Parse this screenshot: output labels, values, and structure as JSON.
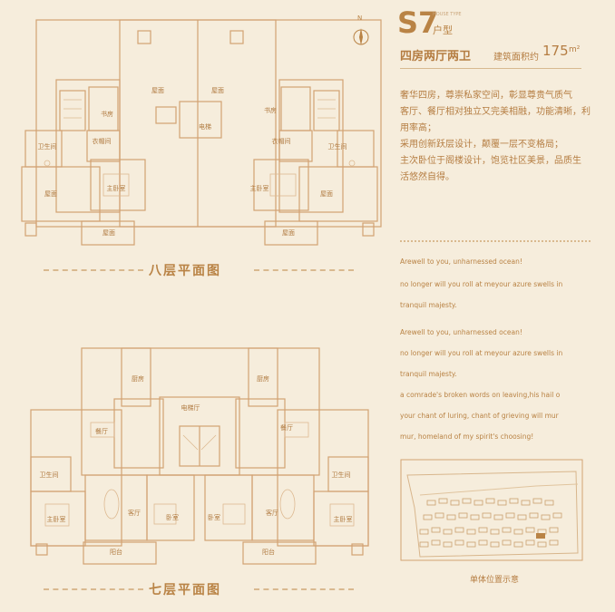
{
  "compass": {
    "north_label": "N"
  },
  "header": {
    "unit_code": "S7",
    "unit_type": "户型",
    "unit_type_en": "HOUSE TYPE",
    "layout_name": "四房两厅两卫",
    "area_label": "建筑面积约",
    "area_value": "175",
    "area_unit": "m²"
  },
  "description": [
    "奢华四房，尊崇私家空间，彰显尊贵气质气",
    "客厅、餐厅相对独立又完美相融，功能清晰，利",
    "用率高；",
    "采用创新跃层设计，颠覆一层不变格局；",
    "主次卧位于阁楼设计，饱览社区美景，品质生",
    "活悠然自得。"
  ],
  "poem": [
    "Arewell to you, unharnessed ocean!",
    "no longer will you roll at meyour azure swells in",
    "tranquil majesty.",
    "Arewell to you, unharnessed ocean!",
    "no longer will you roll at meyour azure swells in",
    "tranquil majesty.",
    "a comrade's broken words on leaving,his hail o",
    "your chant of luring, chant of grieving will mur",
    "mur, homeland of my spirit's choosing!"
  ],
  "floor8": {
    "title": "八层平面图",
    "rooms": {
      "roof_a": "屋面",
      "roof_b": "屋面",
      "elevator": "电梯",
      "study_l": "书房",
      "study_r": "书房",
      "closet_l": "衣帽间",
      "closet_r": "衣帽间",
      "bath_l": "卫生间",
      "bath_r": "卫生间",
      "roof_l": "屋面",
      "roof_r": "屋面",
      "master_l": "主卧室",
      "master_r": "主卧室",
      "roof_bl": "屋面",
      "roof_br": "屋面"
    }
  },
  "floor7": {
    "title": "七层平面图",
    "rooms": {
      "kitchen_l": "厨房",
      "kitchen_r": "厨房",
      "dining_l": "餐厅",
      "dining_r": "餐厅",
      "elevator_hall": "电梯厅",
      "bath_l": "卫生间",
      "bath_r": "卫生间",
      "master_l": "主卧室",
      "master_r": "主卧室",
      "living_l": "客厅",
      "living_r": "客厅",
      "bed_a": "卧室",
      "bed_b": "卧室",
      "balcony_l": "阳台",
      "balcony_r": "阳台"
    }
  },
  "siteplan": {
    "caption": "单体位置示意"
  },
  "colors": {
    "background": "#f6eddc",
    "accent": "#b98345",
    "line": "#d2a272"
  }
}
